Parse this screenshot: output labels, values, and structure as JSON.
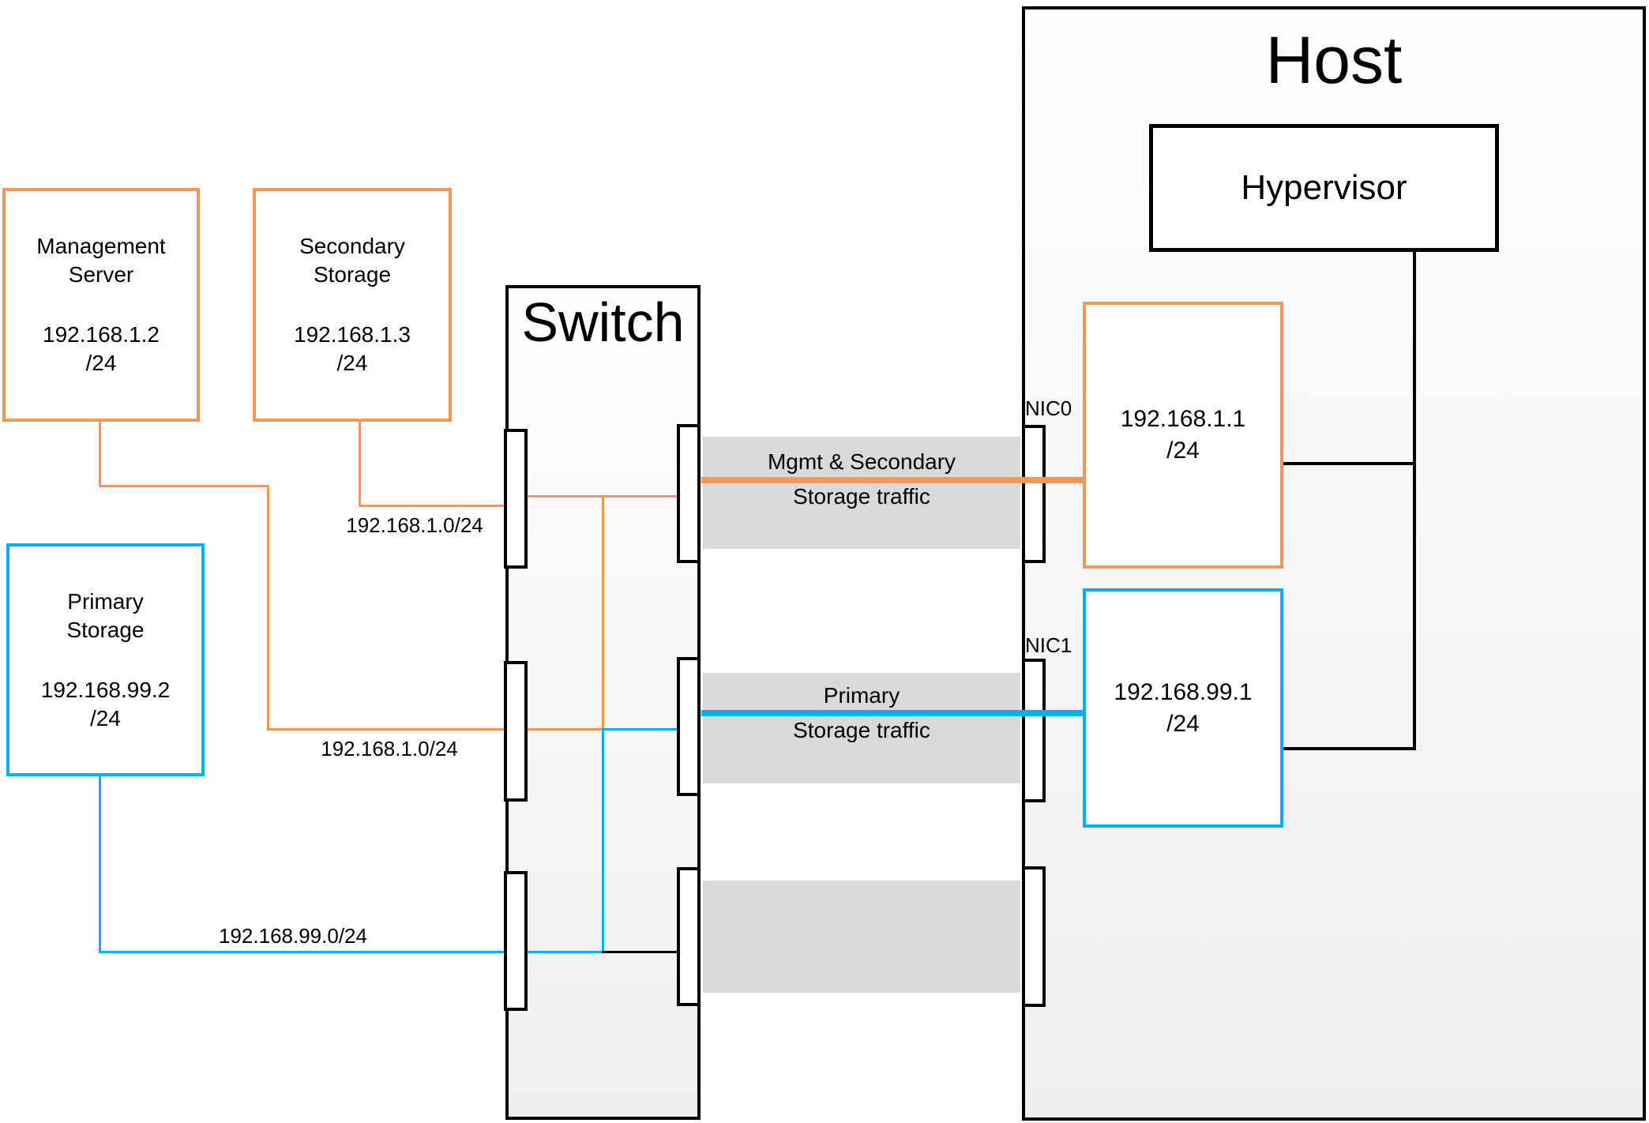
{
  "colors": {
    "orange": "#F1975A",
    "blue": "#00B0F0",
    "band_gray": "#D9D9D9",
    "line_black": "#000000"
  },
  "host": {
    "title": "Host"
  },
  "switch": {
    "title": "Switch"
  },
  "hypervisor": {
    "label": "Hypervisor"
  },
  "nodes": {
    "management": {
      "name1": "Management",
      "name2": "Server",
      "ip": "192.168.1.2",
      "cidr": "/24"
    },
    "secondary": {
      "name1": "Secondary",
      "name2": "Storage",
      "ip": "192.168.1.3",
      "cidr": "/24"
    },
    "primary": {
      "name1": "Primary",
      "name2": "Storage",
      "ip": "192.168.99.2",
      "cidr": "/24"
    }
  },
  "nics": {
    "nic0": {
      "port_label": "NIC0",
      "ip": "192.168.1.1",
      "cidr": "/24"
    },
    "nic1": {
      "port_label": "NIC1",
      "ip": "192.168.99.1",
      "cidr": "/24"
    }
  },
  "traffic": {
    "band1": {
      "line1": "Mgmt & Secondary",
      "line2": "Storage traffic"
    },
    "band2": {
      "line1": "Primary",
      "line2": "Storage traffic"
    }
  },
  "subnets": {
    "secondary_link": "192.168.1.0/24",
    "management_link": "192.168.1.0/24",
    "primary_link": "192.168.99.0/24"
  }
}
